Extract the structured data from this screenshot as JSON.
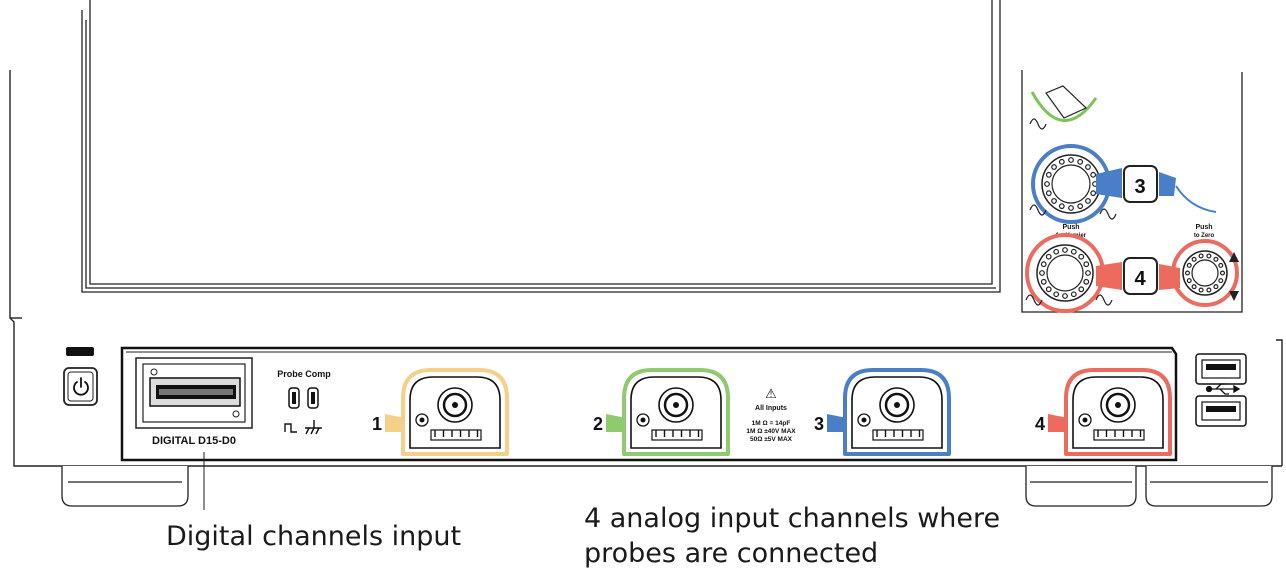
{
  "panel": {
    "digital_label": "DIGITAL D15-D0",
    "probe_comp_label": "Probe Comp",
    "all_inputs_label": "All Inputs",
    "spec_line1": "1M Ω  = 14pF",
    "spec_line2": "1M Ω  ±40V MAX",
    "spec_line3": "50Ω  ±5V MAX",
    "warning_symbol": "⚠"
  },
  "channels": [
    {
      "number": "1",
      "color": "#f5d08a"
    },
    {
      "number": "2",
      "color": "#8fca6e"
    },
    {
      "number": "3",
      "color": "#4a7fc8"
    },
    {
      "number": "4",
      "color": "#ec6a5e"
    }
  ],
  "controls": {
    "knob3_label": "3",
    "knob4_label": "4",
    "push_vernier_1": "Push",
    "push_vernier_2": "for Vernier",
    "push_zero_1": "Push",
    "push_zero_2": "to Zero"
  },
  "captions": {
    "digital": "Digital channels input",
    "analog_line1": "4 analog input channels where",
    "analog_line2": "probes are connected"
  },
  "icons": [
    "power-icon",
    "usb-icon",
    "warning-icon",
    "ground-icon",
    "square-wave-icon"
  ]
}
